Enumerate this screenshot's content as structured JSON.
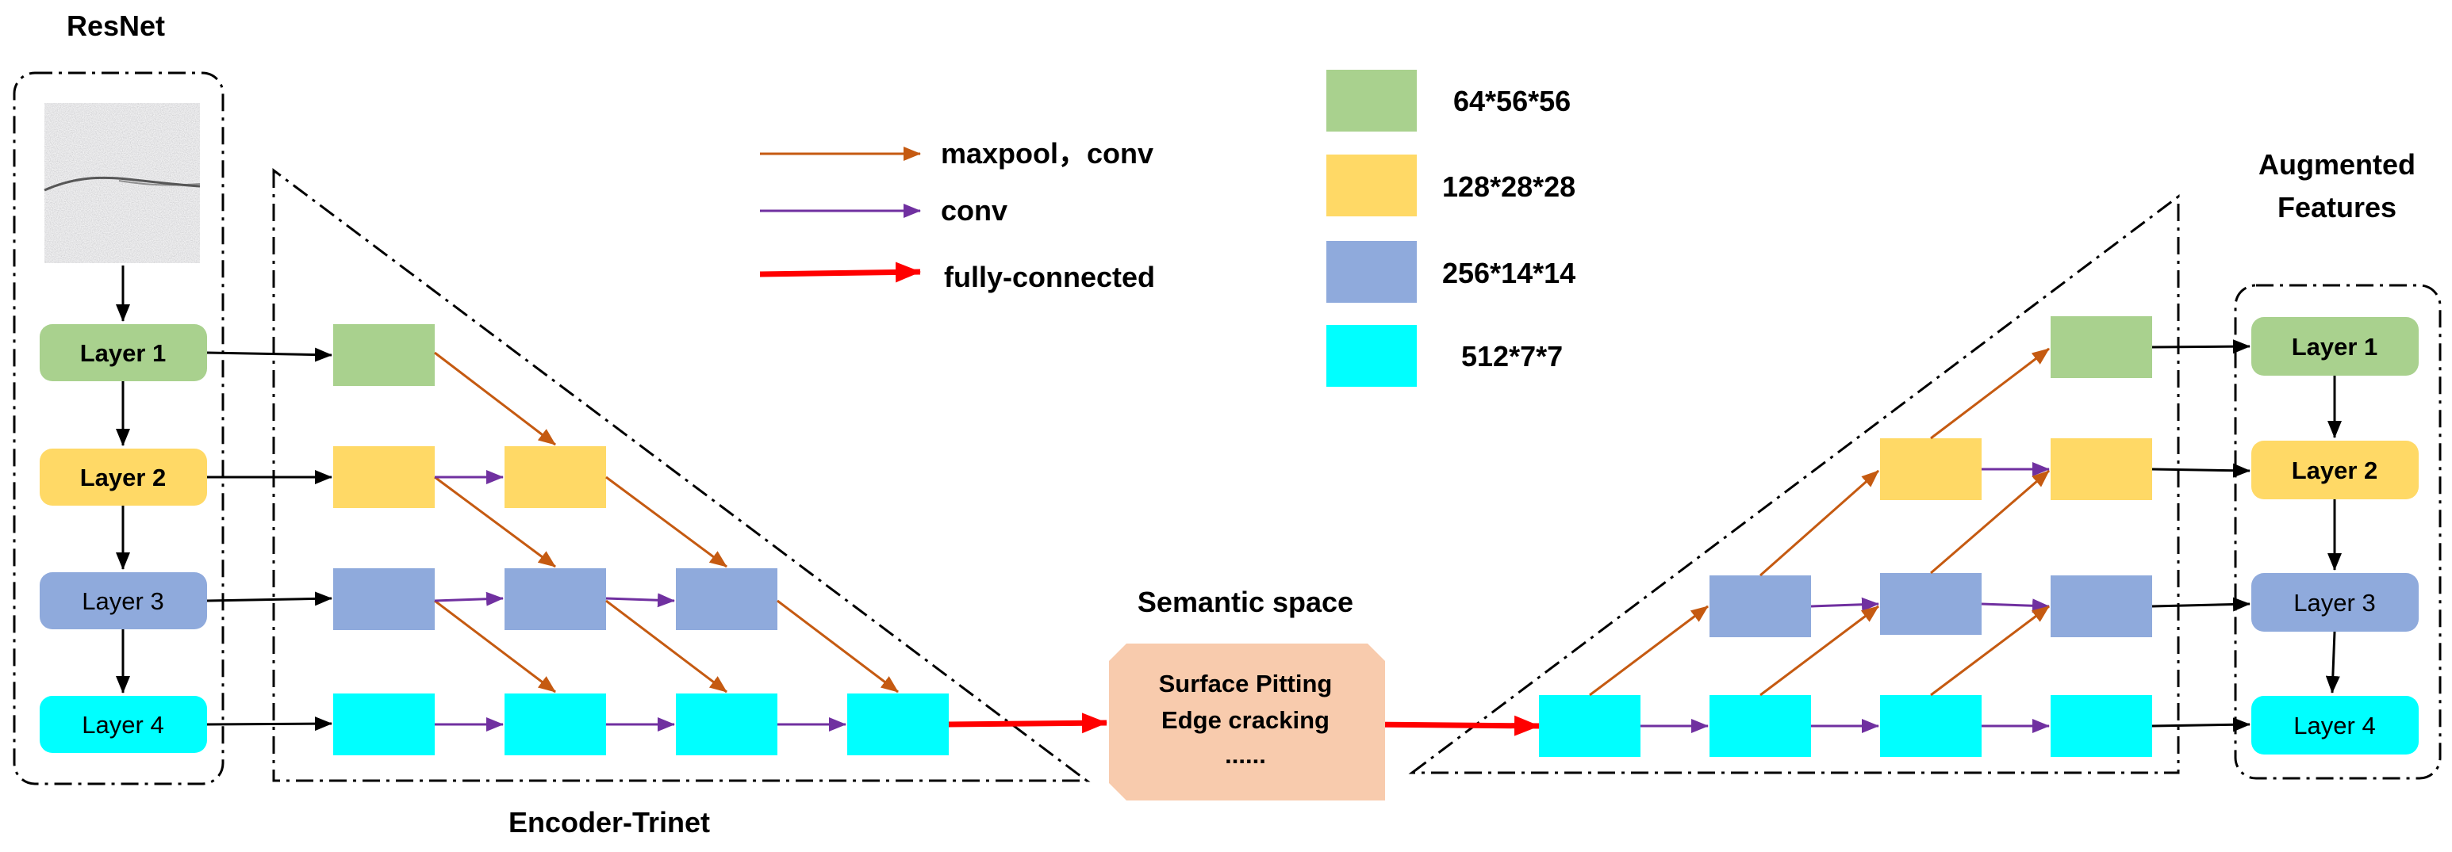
{
  "titles": {
    "resnet": "ResNet",
    "encoder": "Encoder-Trinet",
    "semantic": "Semantic space",
    "augmented_line1": "Augmented",
    "augmented_line2": "Features"
  },
  "layers_left": [
    "Layer 1",
    "Layer 2",
    "Layer 3",
    "Layer 4"
  ],
  "layers_right": [
    "Layer 1",
    "Layer 2",
    "Layer 3",
    "Layer 4"
  ],
  "arrow_legend": [
    {
      "label": "maxpool，conv",
      "color": "#c55a11"
    },
    {
      "label": "conv",
      "color": "#7030a0"
    },
    {
      "label": "fully-connected",
      "color": "#ff0000"
    }
  ],
  "size_legend": [
    {
      "label": "64*56*56",
      "color": "#a9d18e"
    },
    {
      "label": "128*28*28",
      "color": "#ffd966"
    },
    {
      "label": "256*14*14",
      "color": "#8faadc"
    },
    {
      "label": "512*7*7",
      "color": "#00ffff"
    }
  ],
  "semantic_box": {
    "lines": [
      "Surface Pitting",
      "Edge cracking",
      "......"
    ],
    "color": "#f8cbad"
  },
  "colors": {
    "green": "#a9d18e",
    "yellow": "#ffd966",
    "blue": "#8faadc",
    "cyan": "#00ffff",
    "orange_arrow": "#c55a11",
    "purple_arrow": "#7030a0",
    "red_arrow": "#ff0000"
  }
}
